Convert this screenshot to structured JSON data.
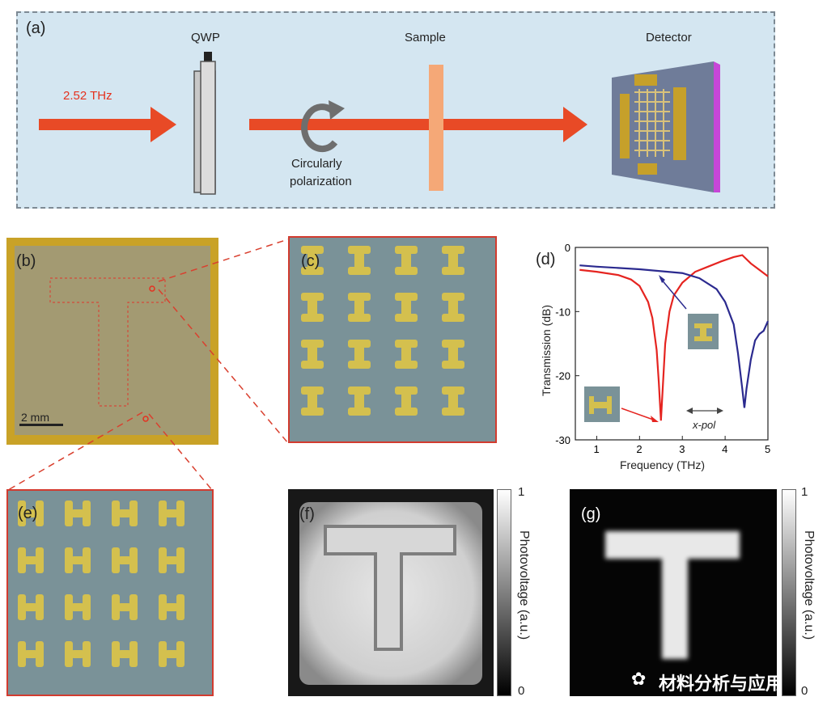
{
  "panel_a": {
    "label": "(a)",
    "qwp_label": "QWP",
    "sample_label": "Sample",
    "detector_label": "Detector",
    "beam_label": "2.52 THz",
    "circular_line1": "Circularly",
    "circular_line2": "polarization"
  },
  "panel_b": {
    "label": "(b)",
    "scale_text": "2 mm"
  },
  "panel_c": {
    "label": "(c)"
  },
  "panel_e": {
    "label": "(e)"
  },
  "panel_f": {
    "label": "(f)",
    "cbar_top": "1",
    "cbar_bottom": "0",
    "cbar_title": "Photovoltage (a.u.)"
  },
  "panel_g": {
    "label": "(g)",
    "cbar_top": "1",
    "cbar_bottom": "0",
    "cbar_title": "Photovoltage (a.u.)"
  },
  "panel_d": {
    "label": "(d)",
    "pol_label": "x-pol"
  },
  "chart_data": {
    "type": "line",
    "title": "",
    "xlabel": "Frequency (THz)",
    "ylabel": "Transmission (dB)",
    "xlim": [
      0.5,
      5
    ],
    "ylim": [
      -30,
      0
    ],
    "xticks": [
      1,
      2,
      3,
      4,
      5
    ],
    "yticks": [
      0,
      -10,
      -20,
      -30
    ],
    "ytick_labels": [
      "0",
      "-10",
      "-20",
      "-30"
    ],
    "series": [
      {
        "color": "#e52420",
        "x": [
          0.6,
          1.0,
          1.5,
          1.8,
          2.0,
          2.2,
          2.3,
          2.4,
          2.45,
          2.5,
          2.55,
          2.6,
          2.7,
          2.8,
          3.0,
          3.3,
          3.6,
          3.9,
          4.2,
          4.4,
          4.6,
          4.8,
          5.0
        ],
        "values": [
          -3.5,
          -3.8,
          -4.3,
          -5.0,
          -6.0,
          -8.5,
          -11.0,
          -16.0,
          -21.0,
          -27.0,
          -21.0,
          -15.0,
          -10.0,
          -7.5,
          -5.5,
          -3.8,
          -3.0,
          -2.2,
          -1.5,
          -1.2,
          -2.5,
          -3.5,
          -4.5
        ]
      },
      {
        "color": "#2b2a8f",
        "x": [
          0.6,
          1.0,
          1.5,
          2.0,
          2.5,
          3.0,
          3.4,
          3.8,
          4.0,
          4.2,
          4.3,
          4.4,
          4.45,
          4.5,
          4.6,
          4.7,
          4.8,
          4.9,
          5.0
        ],
        "values": [
          -2.8,
          -3.0,
          -3.2,
          -3.4,
          -3.7,
          -4.0,
          -4.8,
          -6.5,
          -8.5,
          -12.0,
          -16.5,
          -22.0,
          -25.0,
          -22.0,
          -17.5,
          -14.5,
          -13.5,
          -13.0,
          -11.5
        ]
      }
    ]
  },
  "watermark": "材料分析与应用"
}
